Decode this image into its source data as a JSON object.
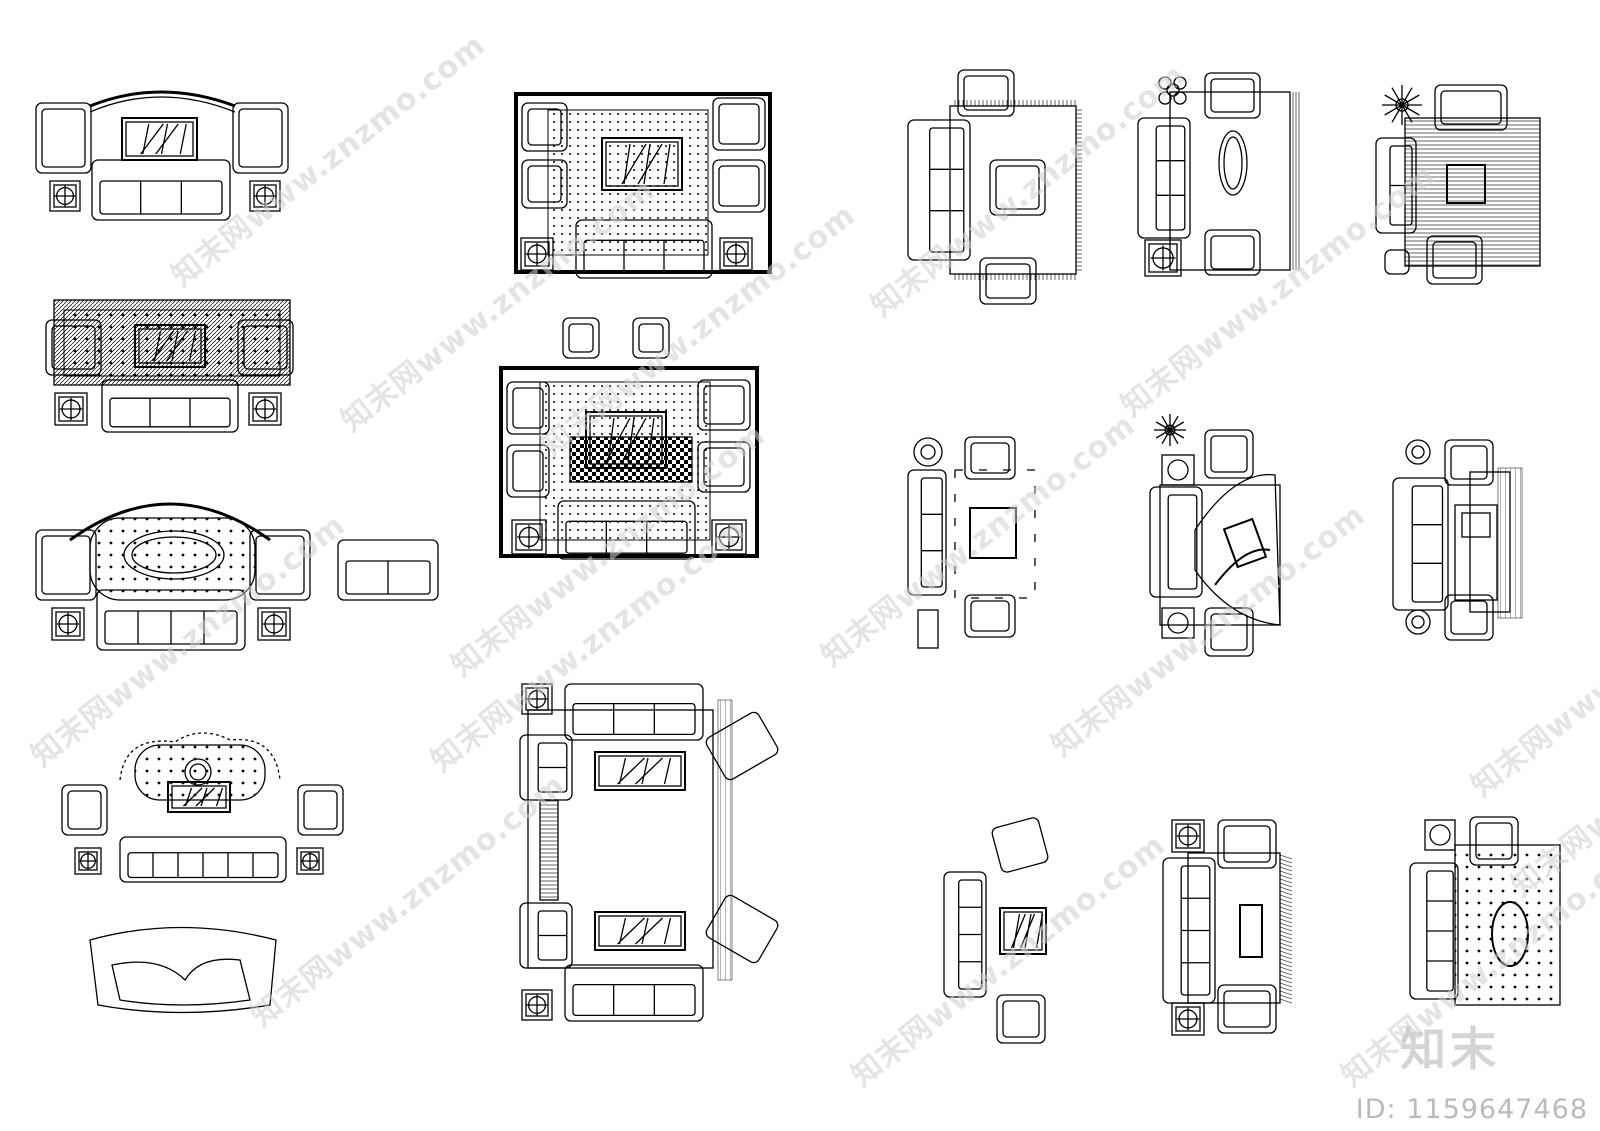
{
  "watermark": {
    "site_text": "知末网www.znzmo.com"
  },
  "branding": {
    "logo_text": "知末",
    "id_label": "ID: 1159647468"
  },
  "colors": {
    "background": "#ffffff",
    "line": "#000000",
    "watermark": "#cfcfcf"
  },
  "icons": [
    "sofa-icon",
    "armchair-icon",
    "coffee-table-icon",
    "side-table-icon",
    "lamp-icon",
    "rug-icon",
    "plant-icon"
  ]
}
